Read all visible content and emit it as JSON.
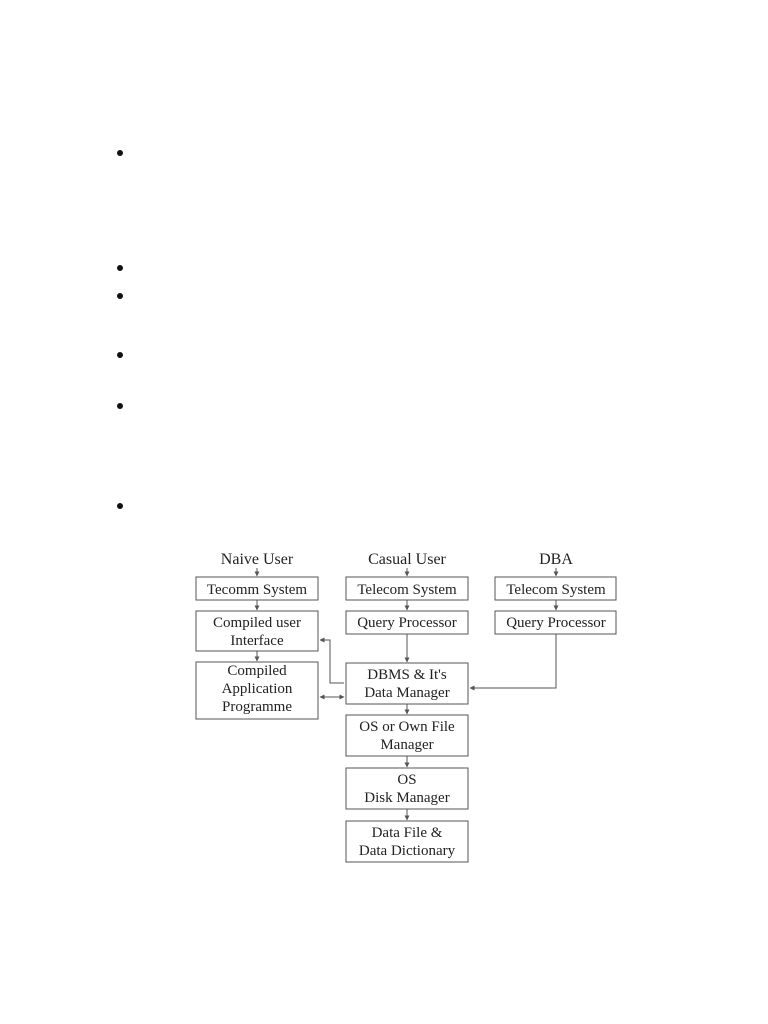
{
  "bullets": [
    "",
    "",
    "",
    "",
    "",
    ""
  ],
  "diagram": {
    "headers": {
      "naive": "Naive User",
      "casual": "Casual User",
      "dba": "DBA"
    },
    "nodes": {
      "tecomm": [
        "Tecomm System"
      ],
      "compiled_ui": [
        "Compiled user",
        "Interface"
      ],
      "compiled_app": [
        "Compiled",
        "Application",
        "Programme"
      ],
      "telecom_casual": [
        "Telecom System"
      ],
      "query_casual": [
        "Query Processor"
      ],
      "dbms": [
        "DBMS & It's",
        "Data Manager"
      ],
      "os_file": [
        "OS or Own File",
        "Manager"
      ],
      "os_disk": [
        "OS",
        "Disk Manager"
      ],
      "data_file": [
        "Data File &",
        "Data Dictionary"
      ],
      "telecom_dba": [
        "Telecom System"
      ],
      "query_dba": [
        "Query Processor"
      ]
    }
  }
}
